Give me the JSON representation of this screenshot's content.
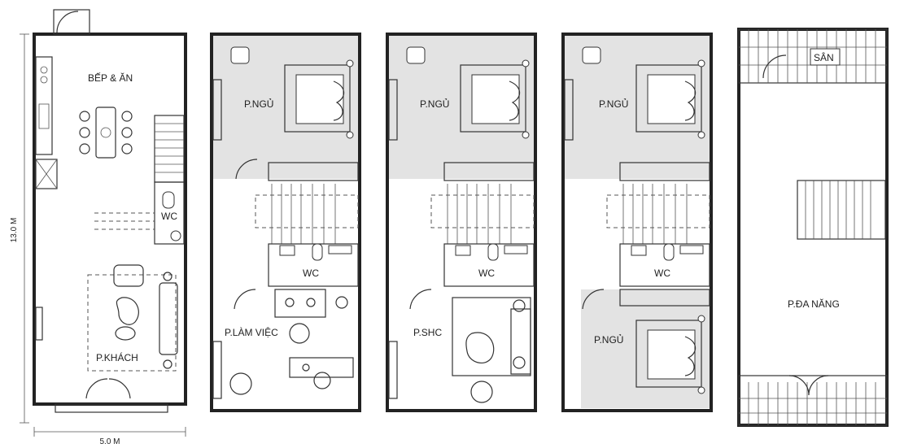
{
  "dimensions": {
    "width": "5.0 M",
    "depth": "13.0 M"
  },
  "plans": [
    {
      "id": "plan-1",
      "rooms": [
        "BẾP & ĂN",
        "WC",
        "P.KHÁCH"
      ]
    },
    {
      "id": "plan-2",
      "rooms": [
        "P.NGỦ",
        "WC",
        "P.LÀM VIỆC"
      ]
    },
    {
      "id": "plan-3",
      "rooms": [
        "P.NGỦ",
        "WC",
        "P.SHC"
      ]
    },
    {
      "id": "plan-4",
      "rooms": [
        "P.NGỦ",
        "WC",
        "P.NGỦ"
      ]
    },
    {
      "id": "plan-5",
      "rooms": [
        "SÂN",
        "P.ĐA NĂNG"
      ]
    }
  ]
}
